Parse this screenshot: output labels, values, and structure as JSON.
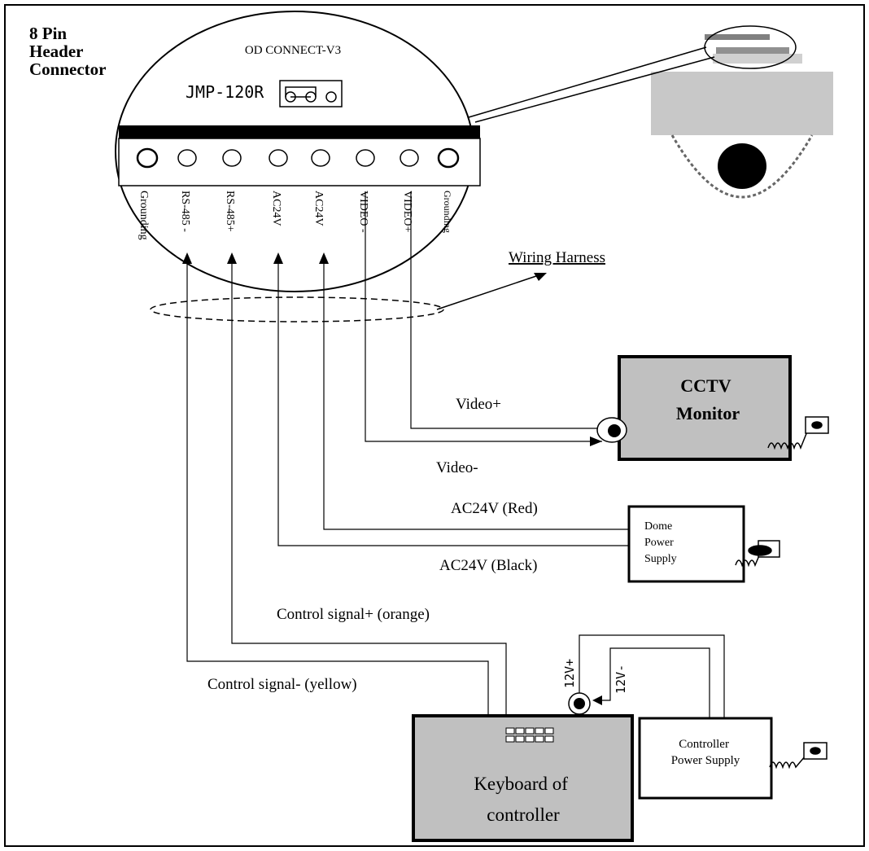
{
  "header": {
    "title_lines": [
      "8 Pin",
      "Header",
      "Connector"
    ],
    "board_label": "OD CONNECT-V3",
    "jumper_label": "JMP-120R"
  },
  "pins": [
    "Grounding",
    "RS-485 -",
    "RS-485+",
    "AC24V",
    "AC24V",
    "VIDEO -",
    "VIDEO+",
    "Grounding"
  ],
  "harness_label": "Wiring Harness",
  "wires": {
    "video_plus": "Video+",
    "video_minus": "Video-",
    "ac_red": "AC24V (Red)",
    "ac_black": "AC24V (Black)",
    "ctrl_plus": "Control signal+ (orange)",
    "ctrl_minus": "Control signal- (yellow)",
    "v12_plus": "12V+",
    "v12_minus": "12V-"
  },
  "devices": {
    "monitor_lines": [
      "CCTV",
      "Monitor"
    ],
    "dome_ps_lines": [
      "Dome",
      "Power",
      "Supply"
    ],
    "keyboard_lines": [
      "Keyboard of",
      "controller"
    ],
    "ctrl_ps_lines": [
      "Controller",
      "Power Supply"
    ]
  },
  "colors": {
    "device_fill": "#c0c0c0",
    "line": "#000000",
    "camera_gray": "#c8c8c8"
  }
}
